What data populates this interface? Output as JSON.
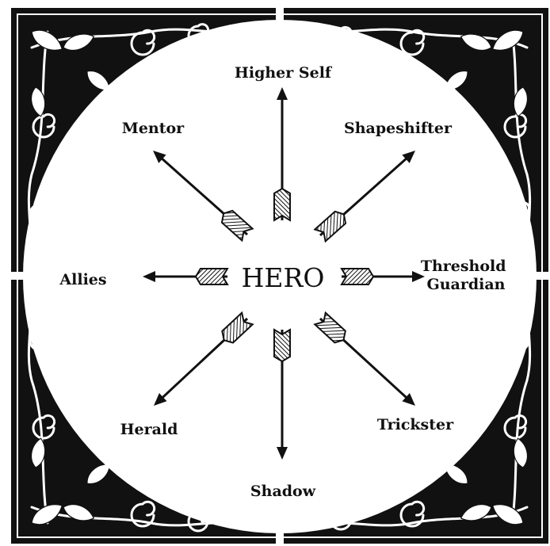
{
  "diagram": {
    "center": {
      "label": "HERO"
    },
    "archetypes": [
      {
        "id": "higher-self",
        "label": "Higher Self"
      },
      {
        "id": "shapeshifter",
        "label": "Shapeshifter"
      },
      {
        "id": "threshold-guardian",
        "label": "Threshold Guardian",
        "lines": [
          "Threshold",
          "Guardian"
        ]
      },
      {
        "id": "trickster",
        "label": "Trickster"
      },
      {
        "id": "shadow",
        "label": "Shadow"
      },
      {
        "id": "herald",
        "label": "Herald"
      },
      {
        "id": "allies",
        "label": "Allies"
      },
      {
        "id": "mentor",
        "label": "Mentor"
      }
    ]
  },
  "colors": {
    "frame": "#111111",
    "background": "#ffffff",
    "ink": "#111111"
  }
}
